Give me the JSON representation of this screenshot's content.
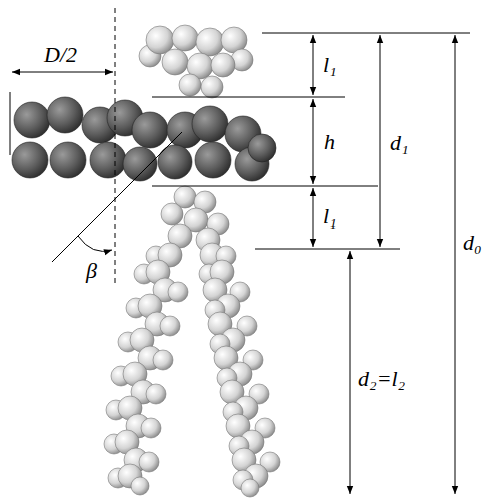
{
  "diagram": {
    "labels": [
      "D/2",
      "l₁",
      "h",
      "d₁",
      "d₀",
      "l₁",
      "β",
      "l₁",
      "d₂=l₂"
    ]
  }
}
